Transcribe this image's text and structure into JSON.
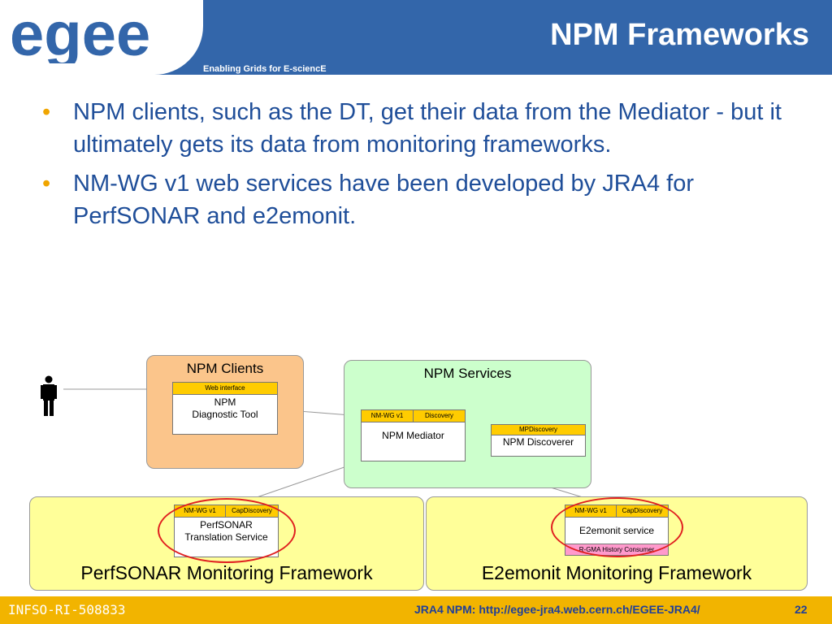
{
  "header": {
    "logo_text": "egee",
    "tagline": "Enabling Grids for E-sciencE",
    "title": "NPM Frameworks"
  },
  "bullets": [
    "NPM clients, such as the DT, get their data from the Mediator - but it ultimately gets its data from monitoring frameworks.",
    "NM-WG v1 web services have been developed by JRA4 for PerfSONAR and e2emonit."
  ],
  "bullet_mark": "•",
  "diagram": {
    "clients": {
      "title": "NPM Clients",
      "web_interface_tab": "Web interface",
      "tool_line1": "NPM",
      "tool_line2": "Diagnostic Tool"
    },
    "services": {
      "title": "NPM Services",
      "mediator_tab1": "NM-WG v1",
      "mediator_tab2": "Discovery",
      "mediator": "NPM Mediator",
      "discoverer_tab": "MPDiscovery",
      "discoverer": "NPM Discoverer"
    },
    "perfsonar": {
      "title": "PerfSONAR Monitoring Framework",
      "tab1": "NM-WG v1",
      "tab2": "CapDiscovery",
      "service_line1": "PerfSONAR",
      "service_line2": "Translation Service"
    },
    "e2emonit": {
      "title": "E2emonit Monitoring Framework",
      "tab1": "NM-WG v1",
      "tab2": "CapDiscovery",
      "service": "E2emonit service",
      "consumer_tab": "R-GMA History Consumer"
    }
  },
  "footer": {
    "left": "INFSO-RI-508833",
    "link": "JRA4 NPM: http://egee-jra4.web.cern.ch/EGEE-JRA4/",
    "page": "22"
  },
  "colors": {
    "header_blue": "#3366aa",
    "bullet_text": "#1f4e99",
    "footer_orange": "#f2b400",
    "highlight_red": "#e02020"
  }
}
